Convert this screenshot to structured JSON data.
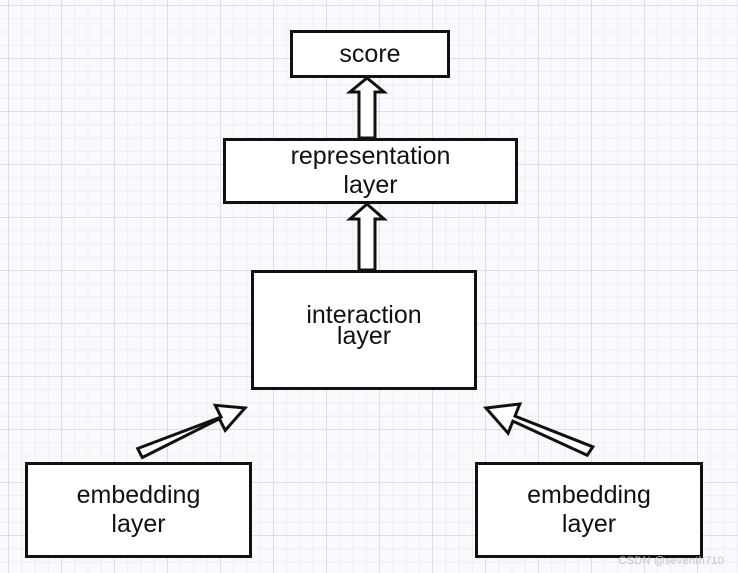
{
  "diagram": {
    "score": "score",
    "representation": {
      "line1": "representation",
      "line2": "layer"
    },
    "interaction": {
      "line1": "interaction",
      "line2": "layer"
    },
    "embedding_left": {
      "line1": "embedding",
      "line2": "layer"
    },
    "embedding_right": {
      "line1": "embedding",
      "line2": "layer"
    }
  },
  "watermark": "CSDN @seventh710",
  "colors": {
    "stroke": "#111111",
    "box_fill": "#ffffff",
    "grid_major": "#dcdcf0",
    "grid_minor": "#ececf7",
    "watermark": "#c4c4c4"
  }
}
